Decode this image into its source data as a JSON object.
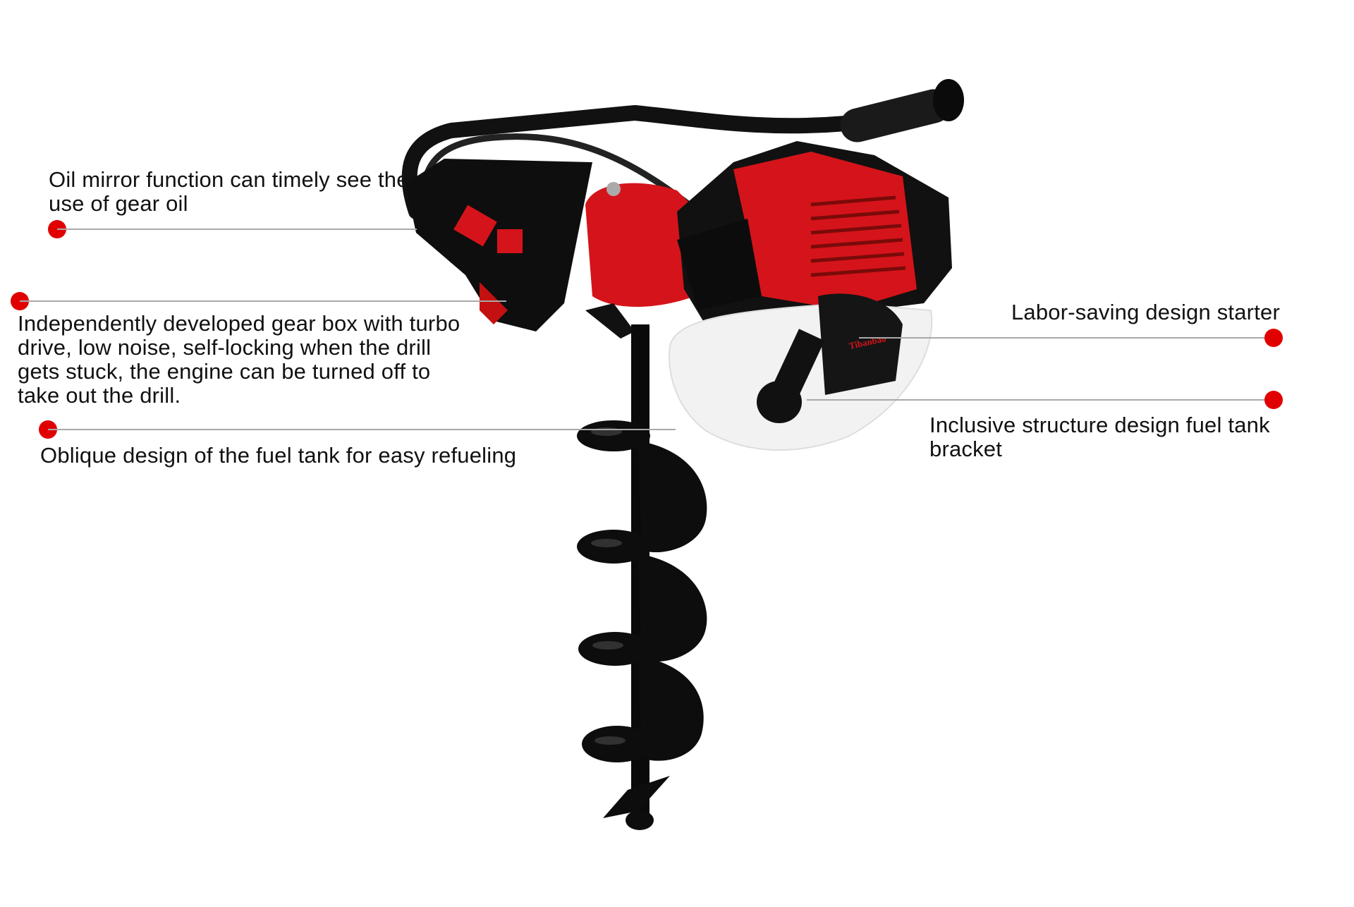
{
  "callouts": [
    {
      "id": "oil-mirror",
      "text": "Oil mirror function can timely see the use of gear oil"
    },
    {
      "id": "gear-box",
      "text": "Independently developed gear box with turbo drive, low noise, self-locking when the drill gets stuck, the engine can be turned off to take out the drill."
    },
    {
      "id": "fuel-tank",
      "text": "Oblique design of the fuel tank for easy refueling"
    },
    {
      "id": "starter",
      "text": "Labor-saving design starter"
    },
    {
      "id": "bracket",
      "text": "Inclusive structure design fuel tank bracket"
    }
  ],
  "product": {
    "brand_label": "Tibanbao"
  },
  "colors": {
    "accent": "#e00000",
    "line": "#a9a9a9",
    "engine_red": "#d4141a"
  }
}
